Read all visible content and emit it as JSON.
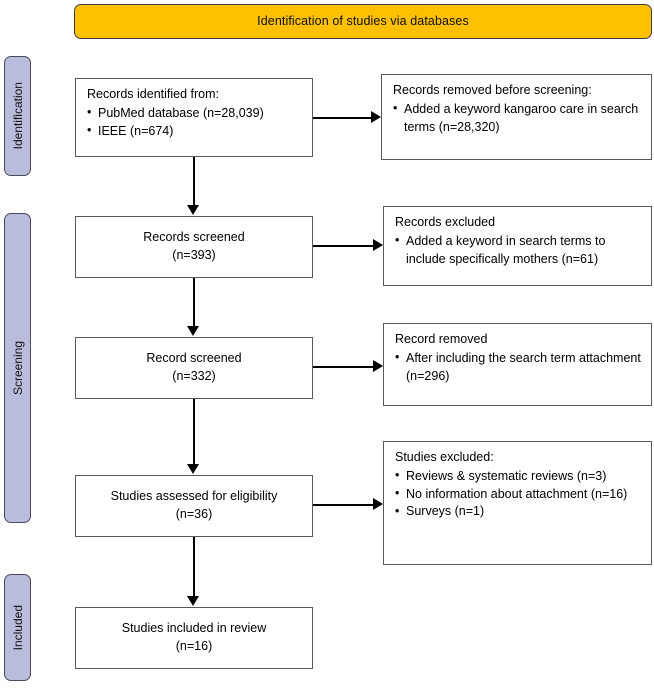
{
  "header": {
    "title": "Identification of studies via databases",
    "background_color": "#ffc000"
  },
  "stages": {
    "accent_color": "#b9bcdb",
    "identification": "Identification",
    "screening": "Screening",
    "included": "Included"
  },
  "boxes": {
    "records_identified": {
      "title": "Records identified from:",
      "bullets": [
        "PubMed database (n=28,039)",
        "IEEE (n=674)"
      ]
    },
    "records_removed": {
      "title": "Records removed before screening:",
      "bullets": [
        "Added a keyword kangaroo care in search terms (n=28,320)"
      ]
    },
    "records_screened": {
      "line1": "Records screened",
      "line2": "(n=393)"
    },
    "records_excluded": {
      "title": "Records excluded",
      "bullets": [
        "Added a keyword in search terms to include specifically mothers (n=61)"
      ]
    },
    "record_screened": {
      "line1": "Record screened",
      "line2": "(n=332)"
    },
    "record_removed": {
      "title": "Record removed",
      "bullets": [
        "After including the search term attachment (n=296)"
      ]
    },
    "studies_assessed": {
      "line1": "Studies assessed for eligibility",
      "line2": "(n=36)"
    },
    "studies_excluded": {
      "title": "Studies excluded:",
      "bullets": [
        "Reviews & systematic reviews (n=3)",
        "No information about attachment (n=16)",
        "Surveys (n=1)"
      ]
    },
    "studies_included": {
      "line1": "Studies included in review",
      "line2": "(n=16)"
    }
  }
}
